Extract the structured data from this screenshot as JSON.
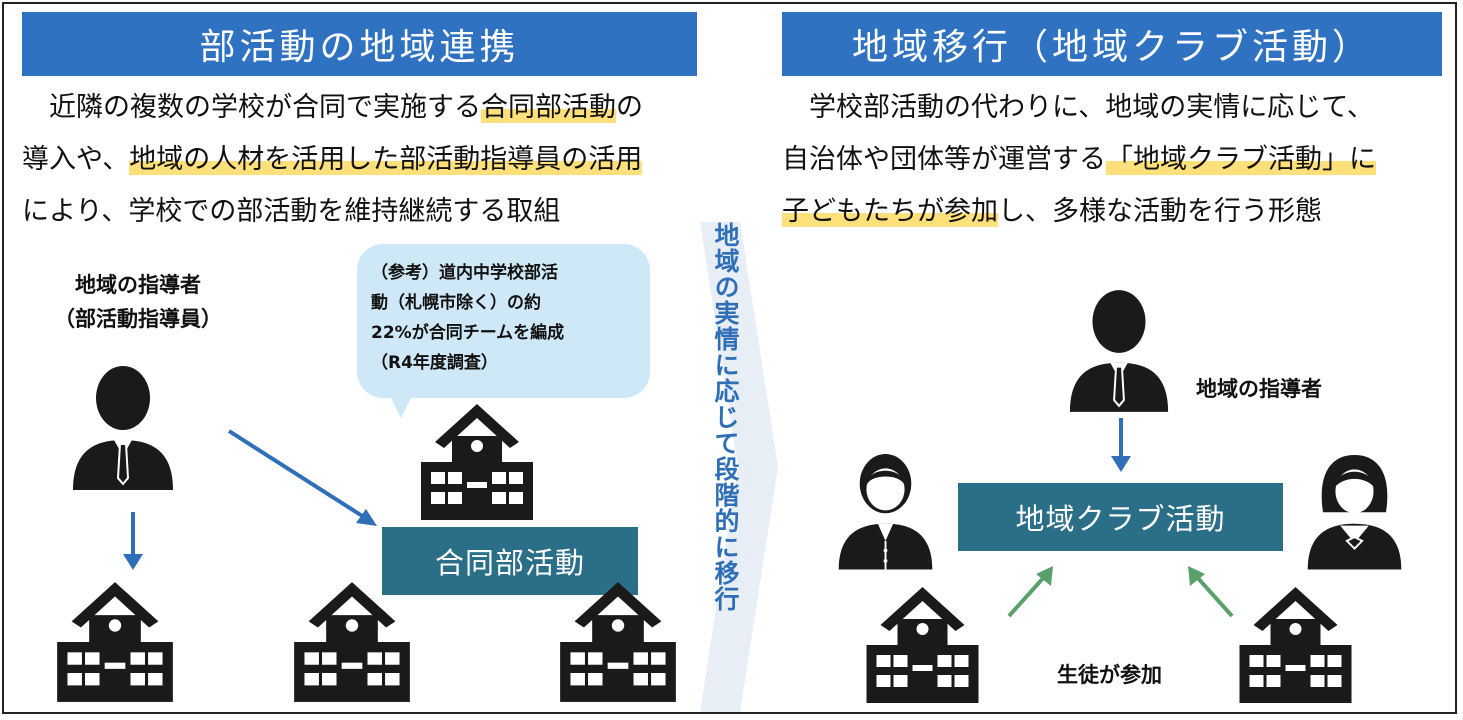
{
  "left": {
    "banner": "部活動の地域連携",
    "intro_lines": [
      {
        "pre": "　近隣の複数の学校が合同で実施する",
        "hl": "合同部活動",
        "post": "の"
      },
      {
        "pre": "導入や、",
        "hl": "地域の人材を活用した部活動指導員の活用",
        "post": ""
      },
      {
        "pre": "により、学校での部活動を維持継続する取組",
        "hl": "",
        "post": ""
      }
    ],
    "leader_label_1": "地域の指導者",
    "leader_label_2": "（部活動指導員）",
    "bubble_lines": [
      "（参考）道内中学校部活",
      "動（札幌市除く）の約",
      "22%が合同チームを編成",
      "（R4年度調査）"
    ],
    "joint_box": "合同部活動"
  },
  "transition_text": "地域の実情に応じて段階的に移行",
  "right": {
    "banner": "地域移行（地域クラブ活動）",
    "intro_lines": [
      {
        "pre": "　学校部活動の代わりに、地域の実情に応じて、",
        "hl": "",
        "post": ""
      },
      {
        "pre": "自治体や団体等が運営する",
        "hl": "「地域クラブ活動」に",
        "post": ""
      },
      {
        "pre": "",
        "hl": "子どもたちが参加",
        "post": "し、多様な活動を行う形態"
      }
    ],
    "leader_label": "地域の指導者",
    "club_box": "地域クラブ活動",
    "students_label": "生徒が参加"
  },
  "colors": {
    "banner": "#2f72c2",
    "box": "#2a6f87",
    "highlight": "#ffe07a",
    "arrow_blue": "#2f6fb8",
    "arrow_green": "#5aa06a",
    "icon": "#1a1a1a"
  }
}
